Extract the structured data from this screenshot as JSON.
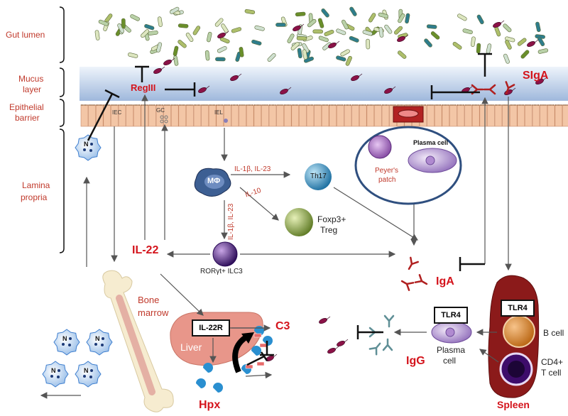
{
  "regions": {
    "gut_lumen": "Gut lumen",
    "mucus_1": "Mucus",
    "mucus_2": "layer",
    "epithelial_1": "Epithelial",
    "epithelial_2": "barrier",
    "lamina_1": "Lamina",
    "lamina_2": "propria"
  },
  "cells": {
    "iec": "IEC",
    "gc": "GC",
    "iel": "IEL",
    "macrophage": "MΦ",
    "th17": "Th17",
    "treg_1": "Foxp3+",
    "treg_2": "Treg",
    "ilc3": "RORγt+ ILC3",
    "plasma_cell_pp": "Plasma cell",
    "peyers_1": "Peyer's",
    "peyers_2": "patch",
    "plasma_cell_2_1": "Plasma",
    "plasma_cell_2_2": "cell",
    "b_cell": "B cell",
    "cd4_1": "CD4+",
    "cd4_2": "T cell",
    "neutrophil": "N"
  },
  "molecules": {
    "regiii": "RegIII",
    "siga": "SIgA",
    "il22": "IL-22",
    "iga": "IgA",
    "igg": "IgG",
    "c3": "C3",
    "hpx": "Hpx",
    "il22r": "IL-22R",
    "tlr4_a": "TLR4",
    "tlr4_b": "TLR4"
  },
  "cytokines": {
    "il1b_il23_a": "IL-1β, IL-23",
    "il10": "IL-10",
    "il1b_il23_b": "IL-1β, IL-23"
  },
  "organs": {
    "bone_1": "Bone",
    "bone_2": "marrow",
    "liver": "Liver",
    "spleen": "Spleen"
  },
  "colors": {
    "label_red": "#d4141c",
    "spleen": "#8b1a1a",
    "liver": "#e8968a",
    "mucus": "#b7cbe6",
    "epithelium": "#f3c6a6"
  }
}
